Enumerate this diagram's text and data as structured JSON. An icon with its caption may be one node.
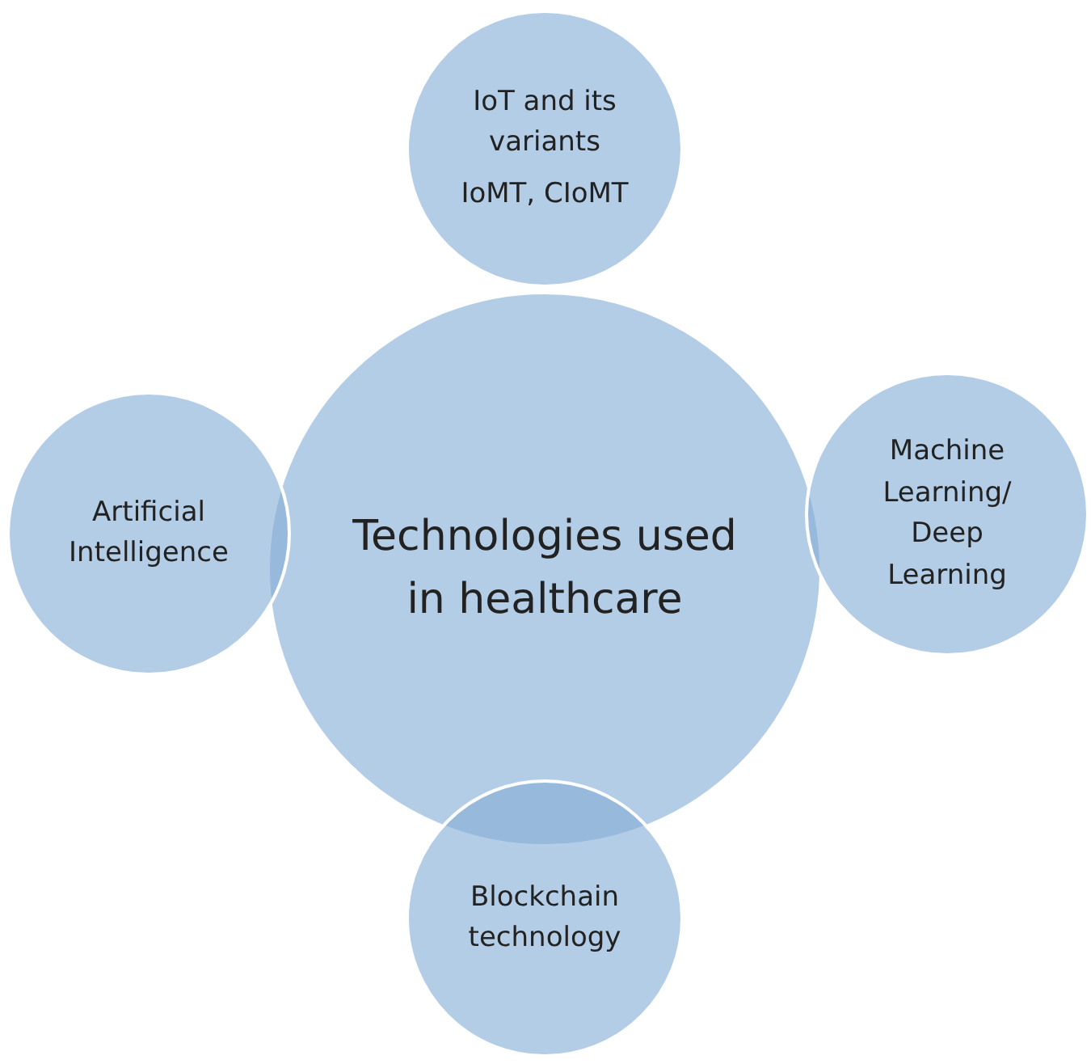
{
  "diagram": {
    "nodes": [
      {
        "text": [
          "Technologies used in healthcare"
        ]
      },
      {
        "text": [
          "IoT and its variants",
          "IoMT, CIoMT"
        ]
      },
      {
        "text": [
          "Artificial Intelligence"
        ]
      },
      {
        "text": [
          "Machine Learning/ Deep Learning"
        ]
      },
      {
        "text": [
          "Blockchain technology"
        ]
      }
    ]
  }
}
